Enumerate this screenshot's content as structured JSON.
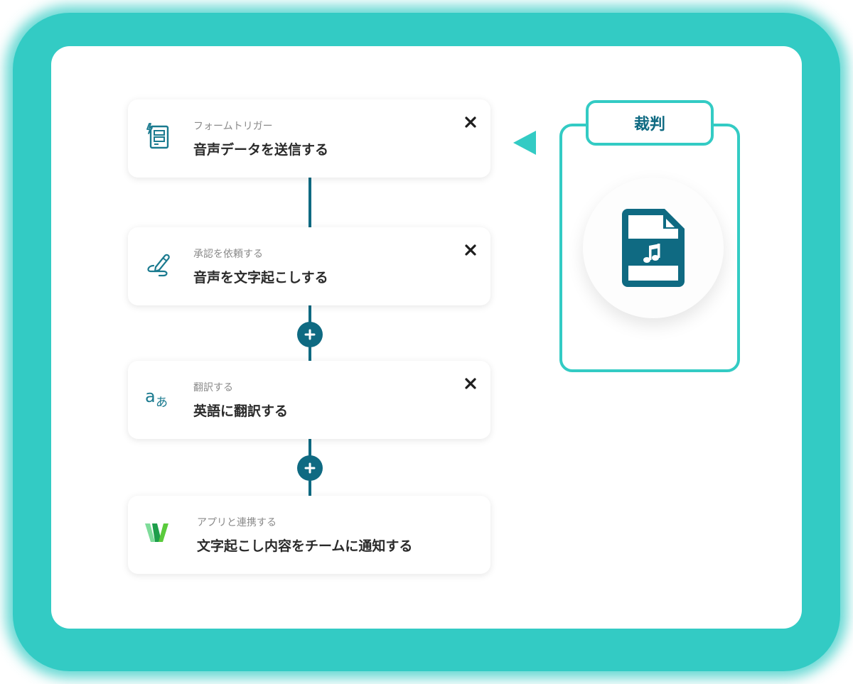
{
  "colors": {
    "frame_glow": "#33cbc4",
    "primary_dark": "#0f6a82",
    "accent_teal": "#33cbc4",
    "title_text": "#2a2a2a",
    "sub_text": "#8a8a8a"
  },
  "flow": {
    "steps": [
      {
        "subtitle": "フォームトリガー",
        "title": "音声データを送信する",
        "icon": "form-trigger-icon",
        "closable": true
      },
      {
        "subtitle": "承認を依頼する",
        "title": "音声を文字起こしする",
        "icon": "signature-pen-icon",
        "closable": true
      },
      {
        "subtitle": "翻訳する",
        "title": "英語に翻訳する",
        "icon": "translate-icon",
        "closable": true
      },
      {
        "subtitle": "アプリと連携する",
        "title": "文字起こし内容をチームに通知する",
        "icon": "app-w-logo-icon",
        "closable": false
      }
    ],
    "add_buttons": [
      "+",
      "+"
    ]
  },
  "judge_panel": {
    "label": "裁判",
    "icon": "audio-file-icon"
  }
}
